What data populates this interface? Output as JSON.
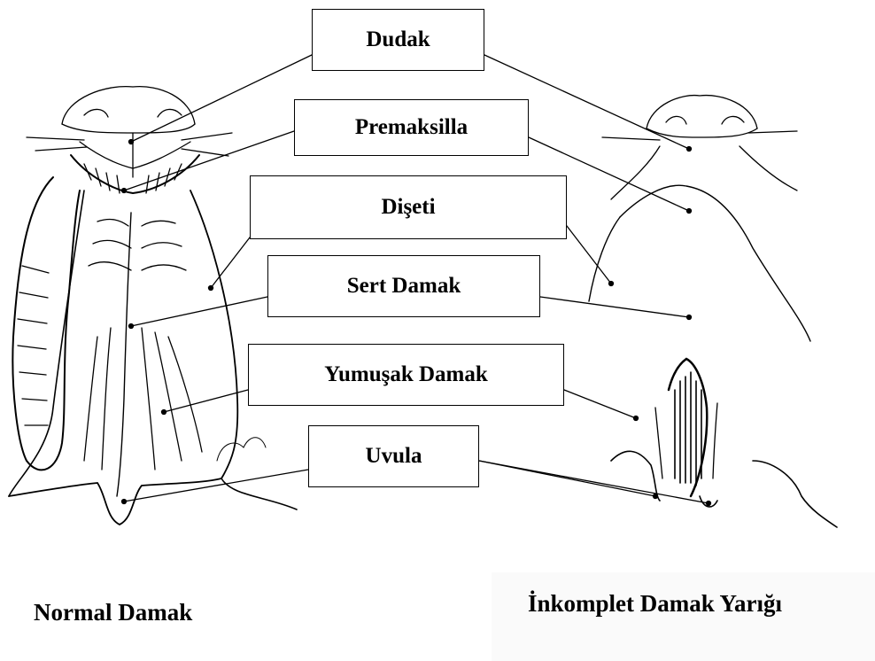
{
  "labels": {
    "lip": "Dudak",
    "premaxilla": "Premaksilla",
    "gum": "Dişeti",
    "hard_palate": "Sert Damak",
    "soft_palate": "Yumuşak Damak",
    "uvula": "Uvula"
  },
  "captions": {
    "left": "Normal Damak",
    "right": "İnkomplet Damak Yarığı"
  },
  "colors": {
    "ink": "#000000",
    "paper": "#ffffff"
  }
}
